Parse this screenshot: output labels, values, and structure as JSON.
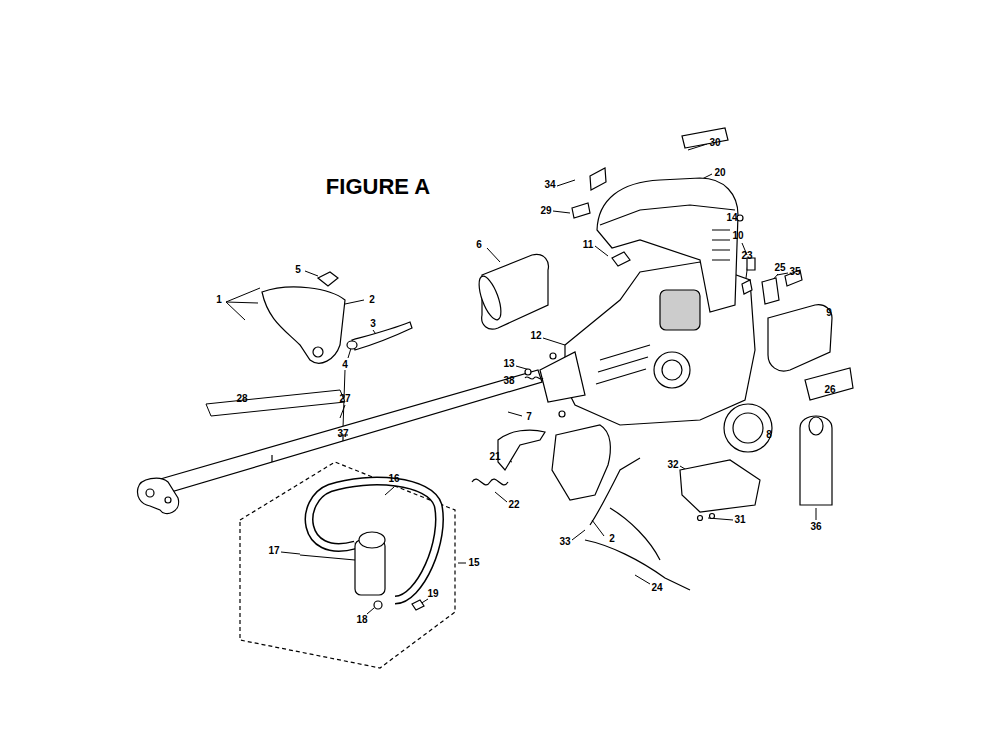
{
  "diagram": {
    "title": "FIGURE A",
    "labels": [
      "1",
      "2",
      "3",
      "4",
      "5",
      "6",
      "7",
      "8",
      "9",
      "10",
      "11",
      "12",
      "13",
      "14",
      "15",
      "16",
      "17",
      "18",
      "19",
      "20",
      "21",
      "22",
      "23",
      "24",
      "25",
      "26",
      "27",
      "28",
      "29",
      "30",
      "31",
      "32",
      "33",
      "34",
      "35",
      "36",
      "37",
      "38",
      "2"
    ]
  }
}
